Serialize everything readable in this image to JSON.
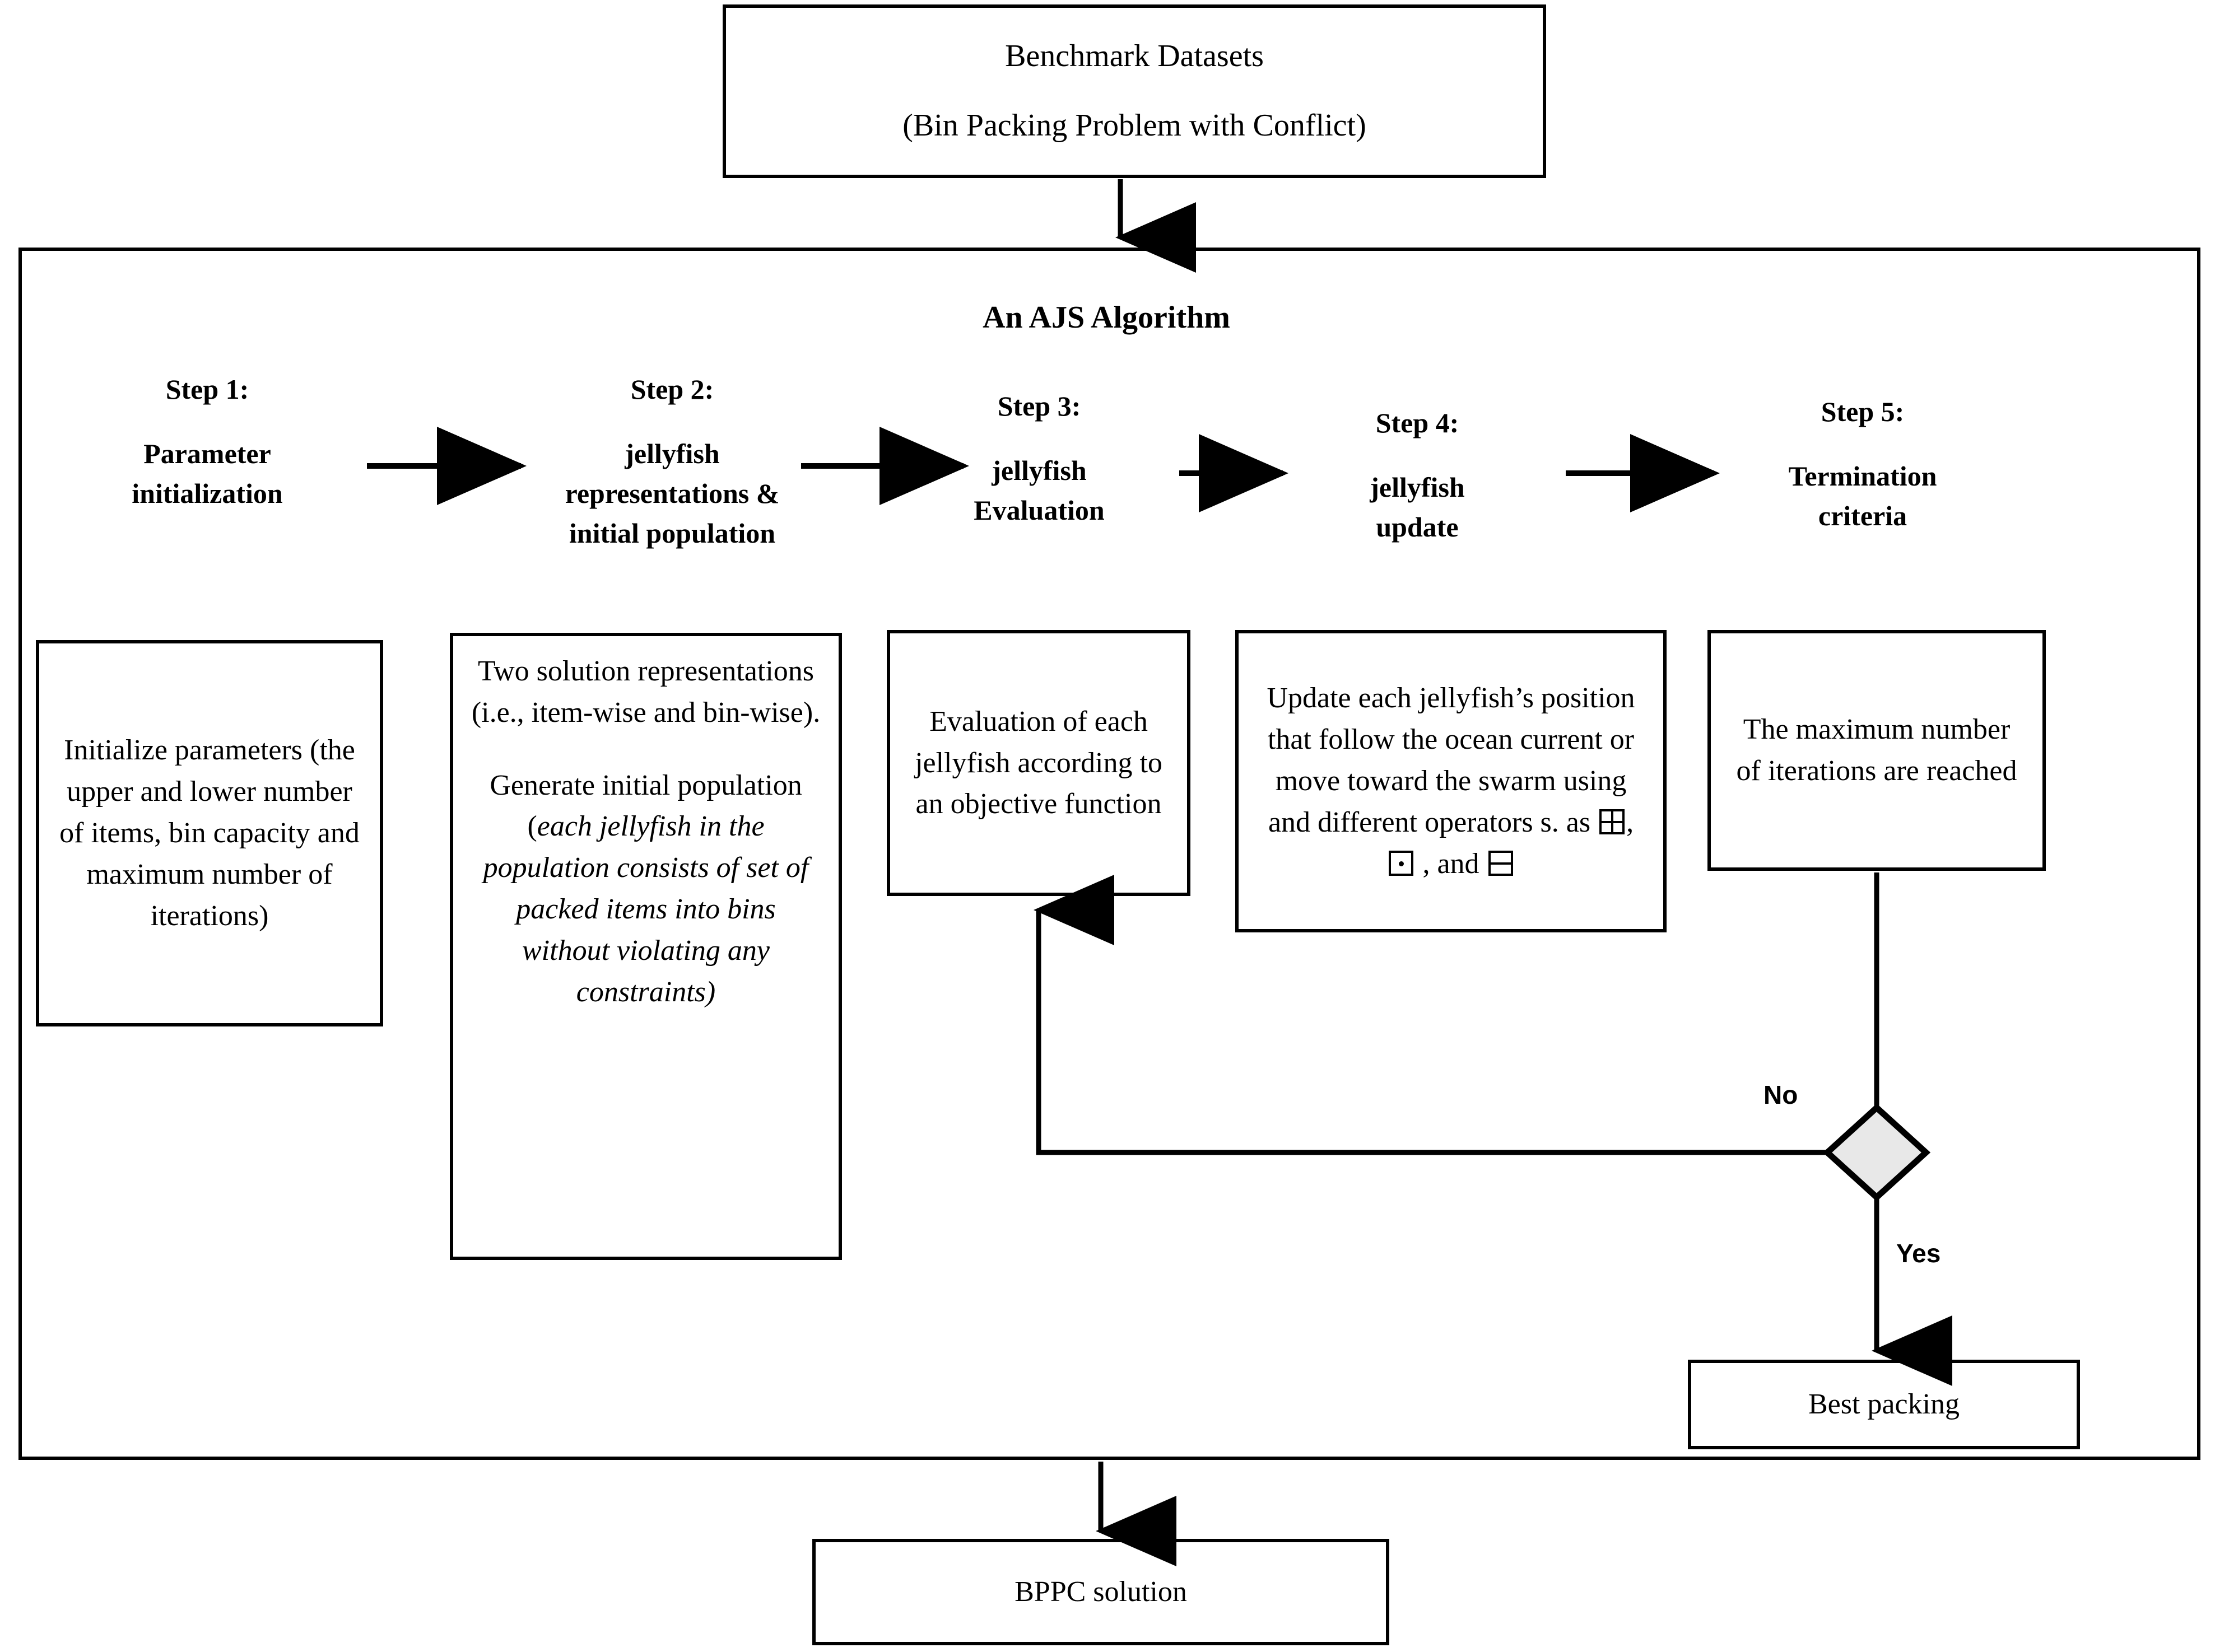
{
  "diagram": {
    "title": "An AJS Algorithm flowchart for the Bin Packing Problem with Conflict",
    "type": "flowchart"
  },
  "input_box": {
    "line1": "Benchmark Datasets",
    "line2": "(Bin Packing Problem with Conflict)"
  },
  "container": {
    "title": "An AJS Algorithm"
  },
  "steps": [
    {
      "number": "Step 1:",
      "name": "Parameter\ninitialization",
      "name_line1": "Parameter",
      "name_line2": "initialization",
      "detail": "Initialize parameters (the upper and lower number of items, bin capacity and maximum number of iterations)"
    },
    {
      "number": "Step 2:",
      "name_line1": "jellyfish",
      "name_line2": "representations &",
      "name_line3": "initial population",
      "detail_para1": "Two solution representations (i.e., item-wise and bin-wise).",
      "detail_para2_plain": "Generate initial population (",
      "detail_para2_italic": "each jellyfish in the population consists of set of packed items into bins without violating any constraints)"
    },
    {
      "number": "Step 3:",
      "name_line1": "jellyfish",
      "name_line2": "Evaluation",
      "detail": "Evaluation of each jellyfish according to an objective function"
    },
    {
      "number": "Step 4:",
      "name_line1": "jellyfish",
      "name_line2": "update",
      "detail_before": "Update each jellyfish’s position that follow the ocean current or move toward the swarm using and different operators s. as ",
      "operator_1": "square-with-cross",
      "operator_sep_1": ", ",
      "operator_2": "square-with-dot",
      "operator_sep_2": " , and ",
      "operator_3": "square-with-horizontal-line"
    },
    {
      "number": "Step 5:",
      "name_line1": "Termination",
      "name_line2": "criteria",
      "detail": "The maximum number of iterations are reached"
    }
  ],
  "decision": {
    "shape": "diamond",
    "fill": "#e8e8e8",
    "stroke": "#000000",
    "label_no": "No",
    "label_yes": "Yes"
  },
  "output_boxes": {
    "best_packing": "Best packing",
    "bppc_solution": "BPPC solution"
  },
  "colors": {
    "stroke": "#000000",
    "background": "#ffffff",
    "diamond_fill": "#e8e8e8"
  }
}
